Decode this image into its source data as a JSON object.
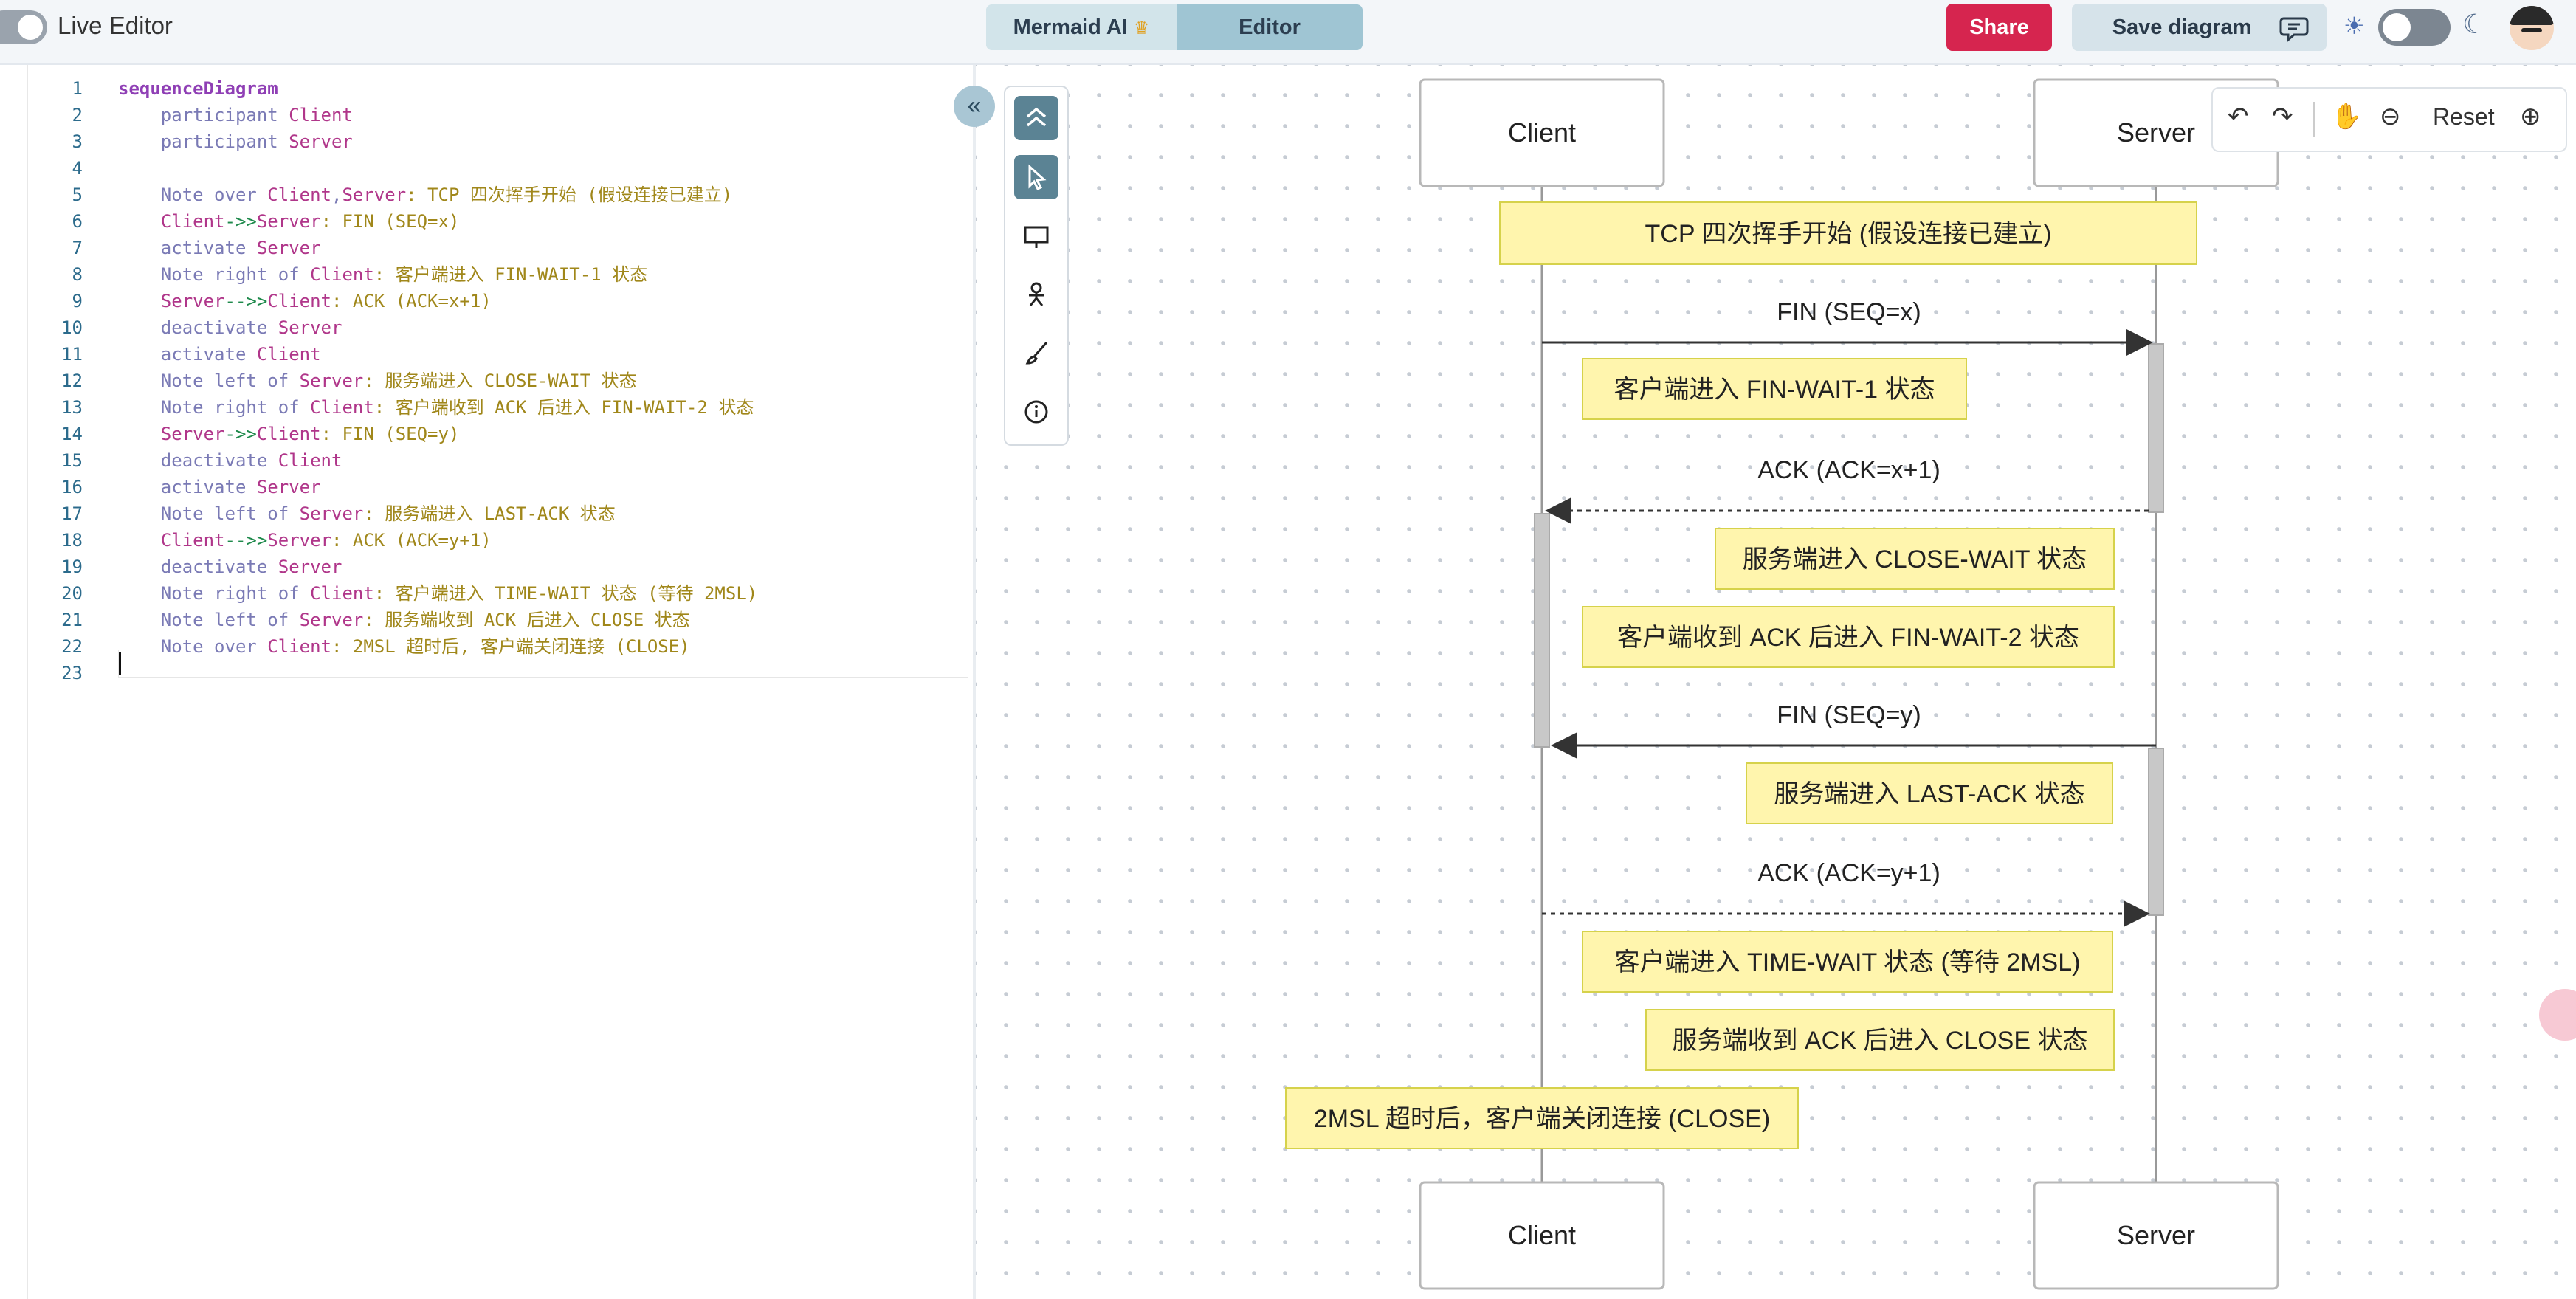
{
  "header": {
    "title": "Live Editor",
    "tab_ai": "Mermaid AI",
    "tab_editor": "Editor",
    "share_label": "Share",
    "save_label": "Save diagram"
  },
  "editor": {
    "lines": [
      [
        {
          "t": "sequenceDiagram",
          "c": "kw"
        }
      ],
      [
        {
          "t": "    participant ",
          "c": "kw2"
        },
        {
          "t": "Client",
          "c": "part"
        }
      ],
      [
        {
          "t": "    participant ",
          "c": "kw2"
        },
        {
          "t": "Server",
          "c": "part"
        }
      ],
      [],
      [
        {
          "t": "    Note over ",
          "c": "kw2"
        },
        {
          "t": "Client",
          "c": "part"
        },
        {
          "t": ",",
          "c": "kw2"
        },
        {
          "t": "Server",
          "c": "part"
        },
        {
          "t": ": TCP 四次挥手开始 (假设连接已建立)",
          "c": "txt"
        }
      ],
      [
        {
          "t": "    Client",
          "c": "part"
        },
        {
          "t": "->>",
          "c": "arrow"
        },
        {
          "t": "Server",
          "c": "part"
        },
        {
          "t": ": FIN (SEQ=x)",
          "c": "txt"
        }
      ],
      [
        {
          "t": "    activate ",
          "c": "kw2"
        },
        {
          "t": "Server",
          "c": "part"
        }
      ],
      [
        {
          "t": "    Note right of ",
          "c": "kw2"
        },
        {
          "t": "Client",
          "c": "part"
        },
        {
          "t": ": 客户端进入 FIN-WAIT-1 状态",
          "c": "txt"
        }
      ],
      [
        {
          "t": "    Server",
          "c": "part"
        },
        {
          "t": "-->>",
          "c": "arrow"
        },
        {
          "t": "Client",
          "c": "part"
        },
        {
          "t": ": ACK (ACK=x+1)",
          "c": "txt"
        }
      ],
      [
        {
          "t": "    deactivate ",
          "c": "kw2"
        },
        {
          "t": "Server",
          "c": "part"
        }
      ],
      [
        {
          "t": "    activate ",
          "c": "kw2"
        },
        {
          "t": "Client",
          "c": "part"
        }
      ],
      [
        {
          "t": "    Note left of ",
          "c": "kw2"
        },
        {
          "t": "Server",
          "c": "part"
        },
        {
          "t": ": 服务端进入 CLOSE-WAIT 状态",
          "c": "txt"
        }
      ],
      [
        {
          "t": "    Note right of ",
          "c": "kw2"
        },
        {
          "t": "Client",
          "c": "part"
        },
        {
          "t": ": 客户端收到 ACK 后进入 FIN-WAIT-2 状态",
          "c": "txt"
        }
      ],
      [
        {
          "t": "    Server",
          "c": "part"
        },
        {
          "t": "->>",
          "c": "arrow"
        },
        {
          "t": "Client",
          "c": "part"
        },
        {
          "t": ": FIN (SEQ=y)",
          "c": "txt"
        }
      ],
      [
        {
          "t": "    deactivate ",
          "c": "kw2"
        },
        {
          "t": "Client",
          "c": "part"
        }
      ],
      [
        {
          "t": "    activate ",
          "c": "kw2"
        },
        {
          "t": "Server",
          "c": "part"
        }
      ],
      [
        {
          "t": "    Note left of ",
          "c": "kw2"
        },
        {
          "t": "Server",
          "c": "part"
        },
        {
          "t": ": 服务端进入 LAST-ACK 状态",
          "c": "txt"
        }
      ],
      [
        {
          "t": "    Client",
          "c": "part"
        },
        {
          "t": "-->>",
          "c": "arrow"
        },
        {
          "t": "Server",
          "c": "part"
        },
        {
          "t": ": ACK (ACK=y+1)",
          "c": "txt"
        }
      ],
      [
        {
          "t": "    deactivate ",
          "c": "kw2"
        },
        {
          "t": "Server",
          "c": "part"
        }
      ],
      [
        {
          "t": "    Note right of ",
          "c": "kw2"
        },
        {
          "t": "Client",
          "c": "part"
        },
        {
          "t": ": 客户端进入 TIME-WAIT 状态 (等待 2MSL)",
          "c": "txt"
        }
      ],
      [
        {
          "t": "    Note left of ",
          "c": "kw2"
        },
        {
          "t": "Server",
          "c": "part"
        },
        {
          "t": ": 服务端收到 ACK 后进入 CLOSE 状态",
          "c": "txt"
        }
      ],
      [
        {
          "t": "    Note over ",
          "c": "kw2"
        },
        {
          "t": "Client",
          "c": "part"
        },
        {
          "t": ": 2MSL 超时后, 客户端关闭连接 (CLOSE)",
          "c": "txt"
        }
      ],
      []
    ]
  },
  "view_controls": {
    "reset_label": "Reset"
  },
  "diagram": {
    "participants": [
      "Client",
      "Server"
    ],
    "messages": [
      {
        "from": "Client",
        "to": "Server",
        "label": "FIN (SEQ=x)",
        "dashed": false
      },
      {
        "from": "Server",
        "to": "Client",
        "label": "ACK (ACK=x+1)",
        "dashed": true
      },
      {
        "from": "Server",
        "to": "Client",
        "label": "FIN (SEQ=y)",
        "dashed": false
      },
      {
        "from": "Client",
        "to": "Server",
        "label": "ACK (ACK=y+1)",
        "dashed": true
      }
    ],
    "notes": [
      "TCP 四次挥手开始 (假设连接已建立)",
      "客户端进入 FIN-WAIT-1 状态",
      "服务端进入 CLOSE-WAIT 状态",
      "客户端收到 ACK 后进入 FIN-WAIT-2 状态",
      "服务端进入 LAST-ACK 状态",
      "客户端进入 TIME-WAIT 状态 (等待 2MSL)",
      "服务端收到 ACK 后进入 CLOSE 状态",
      "2MSL 超时后，客户端关闭连接 (CLOSE)"
    ]
  },
  "colors": {
    "accent_share": "#d6254f",
    "note_fill": "#fff5ad",
    "note_border": "#d6d24b",
    "activation_fill": "#c8c8c8"
  }
}
